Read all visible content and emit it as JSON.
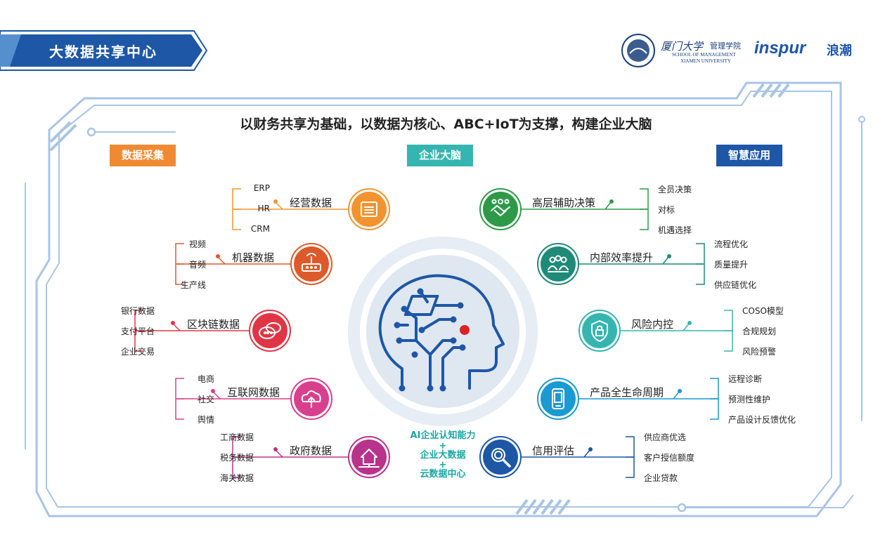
{
  "header": {
    "title": "大数据共享中心",
    "logo_school_cn": "厦门大学",
    "logo_school_dept": "管理学院",
    "logo_school_en_1": "SCHOOL OF MANAGEMENT",
    "logo_school_en_2": "XIAMEN UNIVERSITY",
    "logo_brand": "inspur",
    "logo_brand_cn": "浪潮"
  },
  "headline": "以财务共享为基础，以数据为核心、ABC+IoT为支撑，构建企业大脑",
  "tags": {
    "left": "数据采集",
    "center": "企业大脑",
    "right": "智慧应用"
  },
  "colors": {
    "frame": "#a9c4e4",
    "title_bar": "#1d57a6",
    "tag_left": "#f08a32",
    "tag_center": "#35b5b0",
    "tag_right": "#1d57a6",
    "brain": "#1d57a6",
    "brain_dot": "#e02020"
  },
  "left_groups": [
    {
      "label": "经营数据",
      "icon": "server-icon",
      "color": "#f3932f",
      "items": [
        "ERP",
        "HR",
        "CRM"
      ]
    },
    {
      "label": "机器数据",
      "icon": "router-icon",
      "color": "#dc5a2b",
      "items": [
        "视频",
        "音频",
        "生产线"
      ]
    },
    {
      "label": "区块链数据",
      "icon": "chat-icon",
      "color": "#e03545",
      "items": [
        "银行数据",
        "支付平台",
        "企业交易"
      ]
    },
    {
      "label": "互联网数据",
      "icon": "cloud-icon",
      "color": "#d8408e",
      "items": [
        "电商",
        "社交",
        "舆情"
      ]
    },
    {
      "label": "政府数据",
      "icon": "home-network-icon",
      "color": "#b8338a",
      "items": [
        "工商数据",
        "税务数据",
        "海关数据"
      ]
    }
  ],
  "right_groups": [
    {
      "label": "高层辅助决策",
      "icon": "handshake-icon",
      "color": "#2e9a48",
      "items": [
        "全员决策",
        "对标",
        "机遇选择"
      ]
    },
    {
      "label": "内部效率提升",
      "icon": "team-icon",
      "color": "#1f8a78",
      "items": [
        "流程优化",
        "质量提升",
        "供应链优化"
      ]
    },
    {
      "label": "风险内控",
      "icon": "lock-icon",
      "color": "#35b5b0",
      "items": [
        "COSO模型",
        "合规规划",
        "风险预警"
      ]
    },
    {
      "label": "产品全生命周期",
      "icon": "mobile-icon",
      "color": "#1a9ad0",
      "items": [
        "远程诊断",
        "预测性维护",
        "产品设计反馈优化"
      ]
    },
    {
      "label": "信用评估",
      "icon": "search-icon",
      "color": "#1d57a6",
      "items": [
        "供应商优选",
        "客户授信额度",
        "企业贷款"
      ]
    }
  ],
  "center_caption": [
    "AI企业认知能力",
    "+",
    "企业大数据",
    "+",
    "云数据中心"
  ]
}
